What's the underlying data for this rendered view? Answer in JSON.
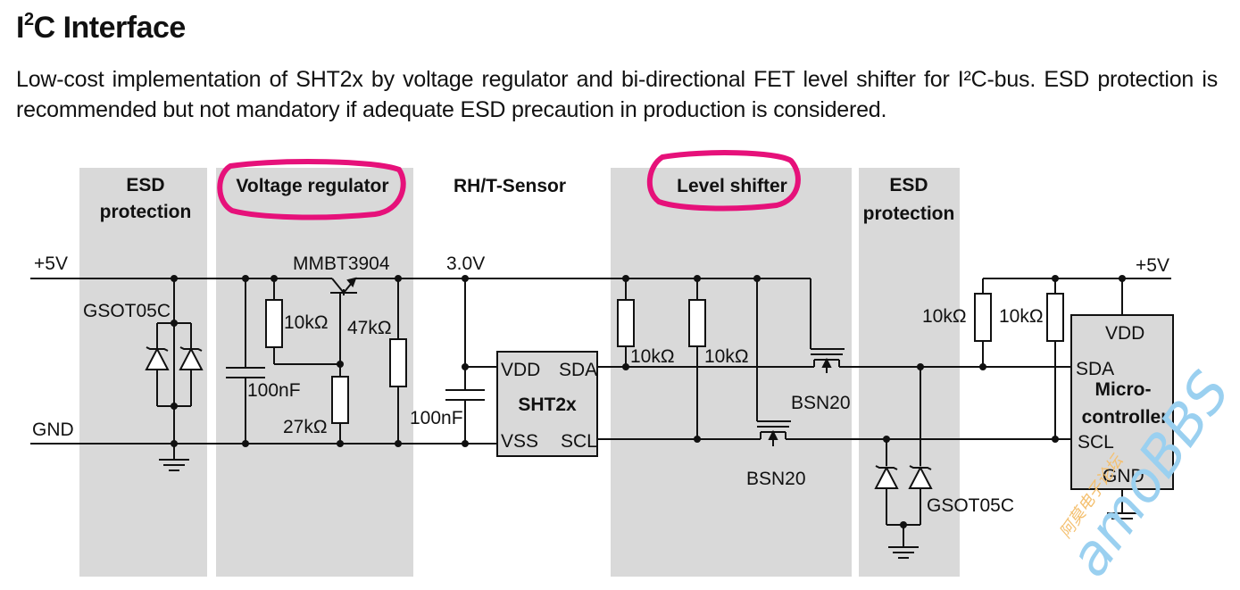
{
  "heading": {
    "prefix": "I",
    "sup": "2",
    "suffix": "C Interface"
  },
  "description": "Low-cost implementation of SHT2x by voltage regulator and bi-directional FET level shifter for I²C-bus. ESD protection is recommended but not mandatory if adequate ESD precaution in production is considered.",
  "diagram": {
    "sections": {
      "esd_left": [
        "ESD",
        "protection"
      ],
      "voltage_regulator": "Voltage regulator",
      "sensor": "RH/T-Sensor",
      "level_shifter": "Level shifter",
      "esd_right": [
        "ESD",
        "protection"
      ]
    },
    "rails": {
      "vcc_left": "+5V",
      "gnd": "GND",
      "v3": "3.0V",
      "vcc_right": "+5V"
    },
    "components": {
      "tvs_left": "GSOT05C",
      "transistor": "MMBT3904",
      "cap1": "100nF",
      "r_10k": "10kΩ",
      "r_47k": "47kΩ",
      "r_27k": "27kΩ",
      "cap2": "100nF",
      "r_ls1": "10kΩ",
      "r_ls2": "10kΩ",
      "fet1": "BSN20",
      "fet2": "BSN20",
      "tvs_right": "GSOT05C",
      "r_mc1": "10kΩ",
      "r_mc2": "10kΩ"
    },
    "sht2x": {
      "name": "SHT2x",
      "vdd": "VDD",
      "vss": "VSS",
      "sda": "SDA",
      "scl": "SCL"
    },
    "mcu": {
      "name": [
        "Micro-",
        "controller"
      ],
      "vdd": "VDD",
      "sda": "SDA",
      "scl": "SCL",
      "gnd": "GND"
    },
    "highlight_color": "#e6117a",
    "shade_color": "#d9d9d9"
  },
  "watermark": {
    "main": "amoBBS",
    "cn": "阿莫电子论坛"
  }
}
